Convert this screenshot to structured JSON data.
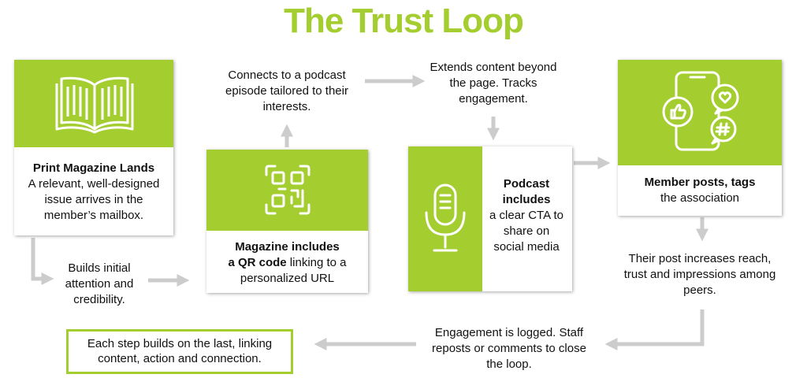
{
  "title": "The Trust Loop",
  "colors": {
    "accent": "#a4cd2f",
    "arrow": "#cccccc",
    "text": "#111111"
  },
  "steps": {
    "print": {
      "icon": "open-book-icon",
      "heading": "Print Magazine Lands",
      "body": "A relevant, well-designed issue arrives in the member’s mailbox."
    },
    "qr": {
      "icon": "qr-code-icon",
      "heading_1": "Magazine includes",
      "heading_2": "a QR code",
      "body": " linking to a personalized URL"
    },
    "podcast": {
      "icon": "microphone-icon",
      "heading": "Podcast includes",
      "body": "a clear CTA to share on social media"
    },
    "member": {
      "icon": "social-phone-icon",
      "heading": "Member posts, tags",
      "body": "the association"
    }
  },
  "captions": {
    "builds_attention": "Builds initial attention and credibility.",
    "connects_podcast": "Connects to a podcast episode tailored to their interests.",
    "extends_content": "Extends content beyond the page. Tracks engagement.",
    "increases_reach": "Their post increases reach, trust and impressions among peers.",
    "engagement_logged": "Engagement is logged. Staff reposts or comments to close the loop."
  },
  "summary": "Each step builds on the last, linking content, action and connection."
}
